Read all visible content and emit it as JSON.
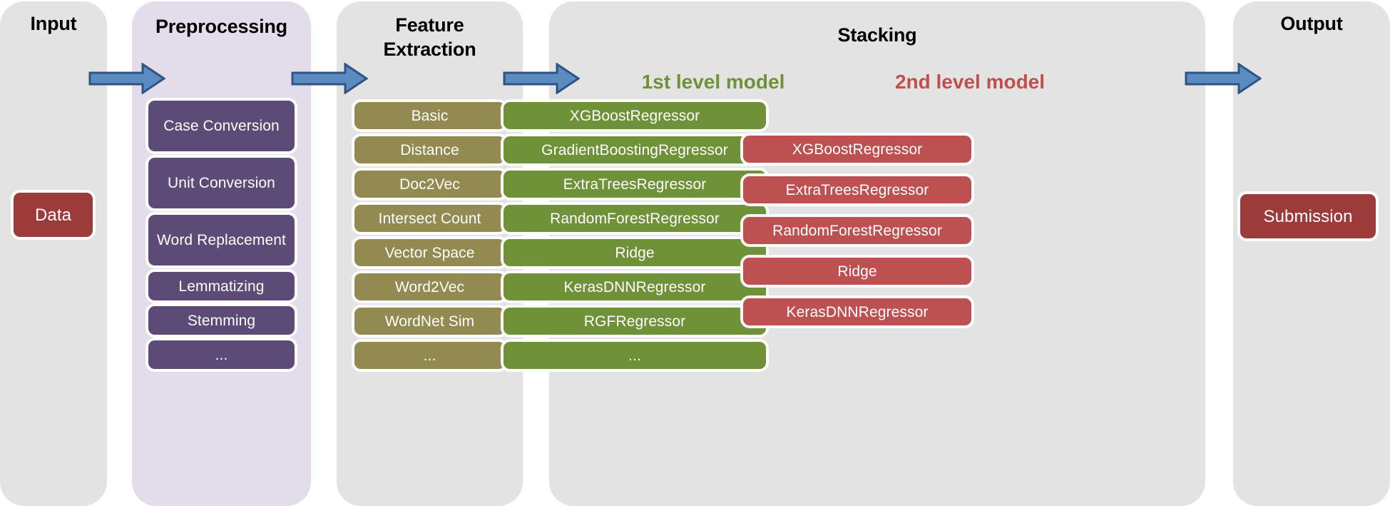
{
  "diagram": {
    "title": "Stacking pipeline flowchart",
    "colors": {
      "panel_grey": "#e3e3e3",
      "panel_lilac": "#e3ddeb",
      "preprocessing_chip": "#5c4a77",
      "feature_chip": "#928a51",
      "level1_chip": "#6f9137",
      "level2_chip": "#bd5151",
      "data_chip": "#9d3b3b",
      "arrow_fill": "#5b8bc0",
      "arrow_stroke": "#2e5385",
      "heading_level1": "#6f9137",
      "heading_level2": "#c0504d"
    }
  },
  "stages": {
    "input": {
      "title": "Input",
      "items": [
        "Data"
      ]
    },
    "preprocessing": {
      "title": "Preprocessing",
      "items": [
        "Case Conversion",
        "Unit Conversion",
        "Word Replacement",
        "Lemmatizing",
        "Stemming",
        "..."
      ]
    },
    "feature_extraction": {
      "title": "Feature Extraction",
      "title_line1": "Feature",
      "title_line2": "Extraction",
      "items": [
        "Basic",
        "Distance",
        "Doc2Vec",
        "Intersect Count",
        "Vector Space",
        "Word2Vec",
        "WordNet Sim",
        "..."
      ]
    },
    "stacking": {
      "title": "Stacking",
      "level1": {
        "heading": "1st level model",
        "items": [
          "XGBoostRegressor",
          "GradientBoostingRegressor",
          "ExtraTreesRegressor",
          "RandomForestRegressor",
          "Ridge",
          "KerasDNNRegressor",
          "RGFRegressor",
          "..."
        ]
      },
      "level2": {
        "heading": "2nd level model",
        "items": [
          "XGBoostRegressor",
          "ExtraTreesRegressor",
          "RandomForestRegressor",
          "Ridge",
          "KerasDNNRegressor"
        ]
      }
    },
    "output": {
      "title": "Output",
      "items": [
        "Submission"
      ]
    }
  },
  "arrows": [
    {
      "name": "arrow-input-to-preprocessing"
    },
    {
      "name": "arrow-preprocessing-to-feature-extraction"
    },
    {
      "name": "arrow-feature-extraction-to-stacking"
    },
    {
      "name": "arrow-stacking-to-output"
    }
  ]
}
